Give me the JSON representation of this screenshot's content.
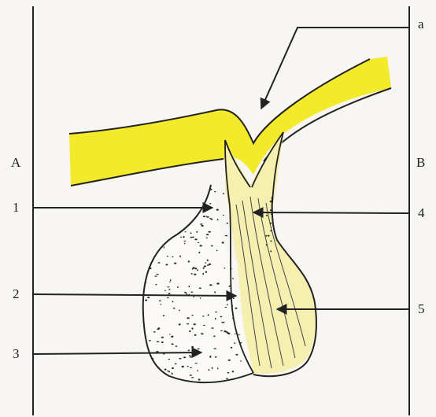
{
  "diagram": {
    "side_labels": {
      "left": "A",
      "right": "B"
    },
    "callouts": [
      {
        "id": "a",
        "label": "a"
      },
      {
        "id": "1",
        "label": "1"
      },
      {
        "id": "2",
        "label": "2"
      },
      {
        "id": "3",
        "label": "3"
      },
      {
        "id": "4",
        "label": "4"
      },
      {
        "id": "5",
        "label": "5"
      }
    ],
    "colors": {
      "background": "#f7f6f2",
      "yellow_tissue": "#f2ea2a",
      "pale_yellow": "#f5efb0",
      "outline": "#222222",
      "dots": "#2a2a2a"
    }
  }
}
